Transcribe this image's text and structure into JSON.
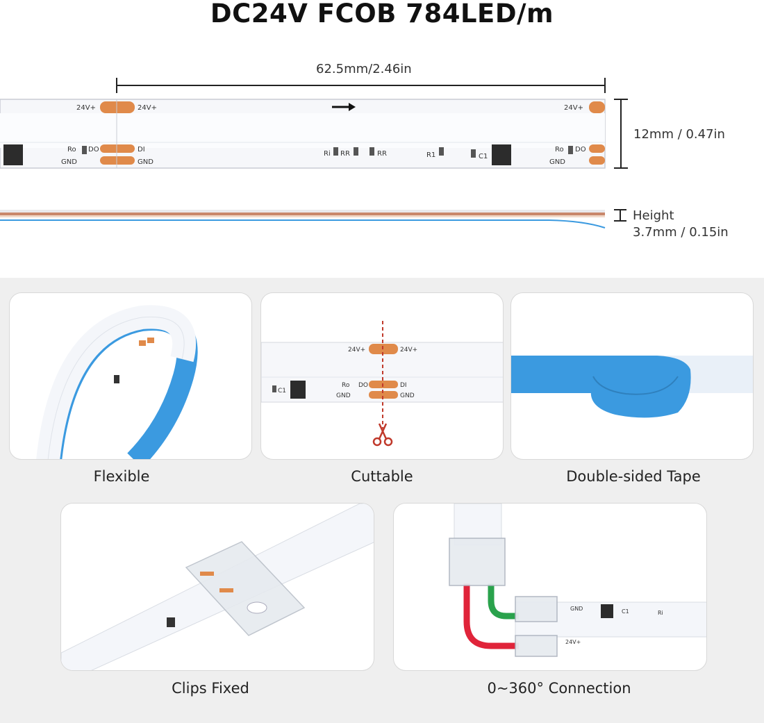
{
  "title": "DC24V FCOB 784LED/m",
  "spec": {
    "length_label": "62.5mm/2.46in",
    "width_label": "12mm / 0.47in",
    "height_title": "Height",
    "height_value": "3.7mm / 0.15in",
    "pads": {
      "v24": "24V+",
      "di": "DI",
      "do": "DO",
      "gnd": "GND",
      "ro": "Ro",
      "ri": "Ri",
      "rr": "RR",
      "r1": "R1",
      "c1": "C1"
    }
  },
  "features": [
    {
      "label": "Flexible"
    },
    {
      "label": "Cuttable"
    },
    {
      "label": "Double-sided Tape"
    },
    {
      "label": "Clips Fixed"
    },
    {
      "label": "0~360° Connection"
    }
  ],
  "colors": {
    "pad": "#e08a4a",
    "tape": "#3b9ae0",
    "strip": "#f6f7fa",
    "cut_line": "#c0392b",
    "red_wire": "#e0243a",
    "green_wire": "#2aa24c"
  }
}
